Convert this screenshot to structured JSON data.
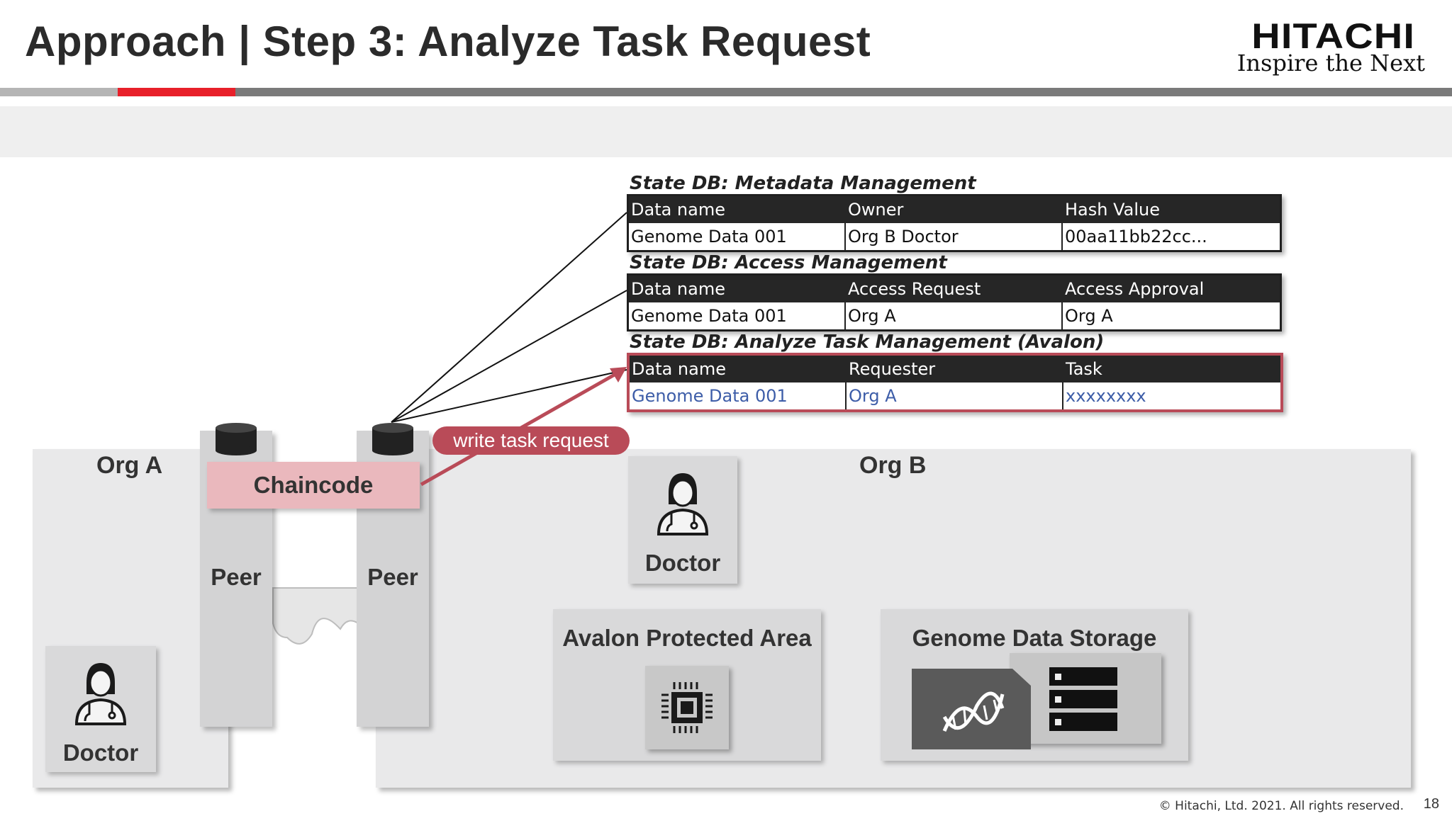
{
  "header": {
    "title": "Approach | Step 3: Analyze Task Request",
    "logo": "HITACHI",
    "tagline": "Inspire the Next"
  },
  "diagram": {
    "org_a": "Org A",
    "org_b": "Org B",
    "peer_left": "Peer",
    "peer_right": "Peer",
    "chaincode": "Chaincode",
    "write_label": "write task request",
    "doctor_a": "Doctor",
    "doctor_b": "Doctor",
    "avalon_area": "Avalon Protected Area",
    "genome_storage": "Genome Data Storage"
  },
  "tables": [
    {
      "title": "State DB: Metadata Management",
      "headers": [
        "Data name",
        "Owner",
        "Hash Value"
      ],
      "row": [
        "Genome Data 001",
        "Org B Doctor",
        "00aa11bb22cc..."
      ]
    },
    {
      "title": "State DB: Access Management",
      "headers": [
        "Data name",
        "Access Request",
        "Access Approval"
      ],
      "row": [
        "Genome Data 001",
        "Org A",
        "Org A"
      ]
    },
    {
      "title": "State DB: Analyze Task Management (Avalon)",
      "headers": [
        "Data name",
        "Requester",
        "Task"
      ],
      "row": [
        "Genome Data 001",
        "Org A",
        "xxxxxxxx"
      ]
    }
  ],
  "footer": {
    "copyright": "© Hitachi, Ltd. 2021. All rights reserved.",
    "page": "18"
  },
  "colors": {
    "accent_red": "#e8202a",
    "highlight_border": "#b94b58",
    "highlight_text": "#3d5da8"
  },
  "icons": [
    "doctor-icon",
    "database-icon",
    "chip-icon",
    "dna-icon",
    "server-icon"
  ]
}
